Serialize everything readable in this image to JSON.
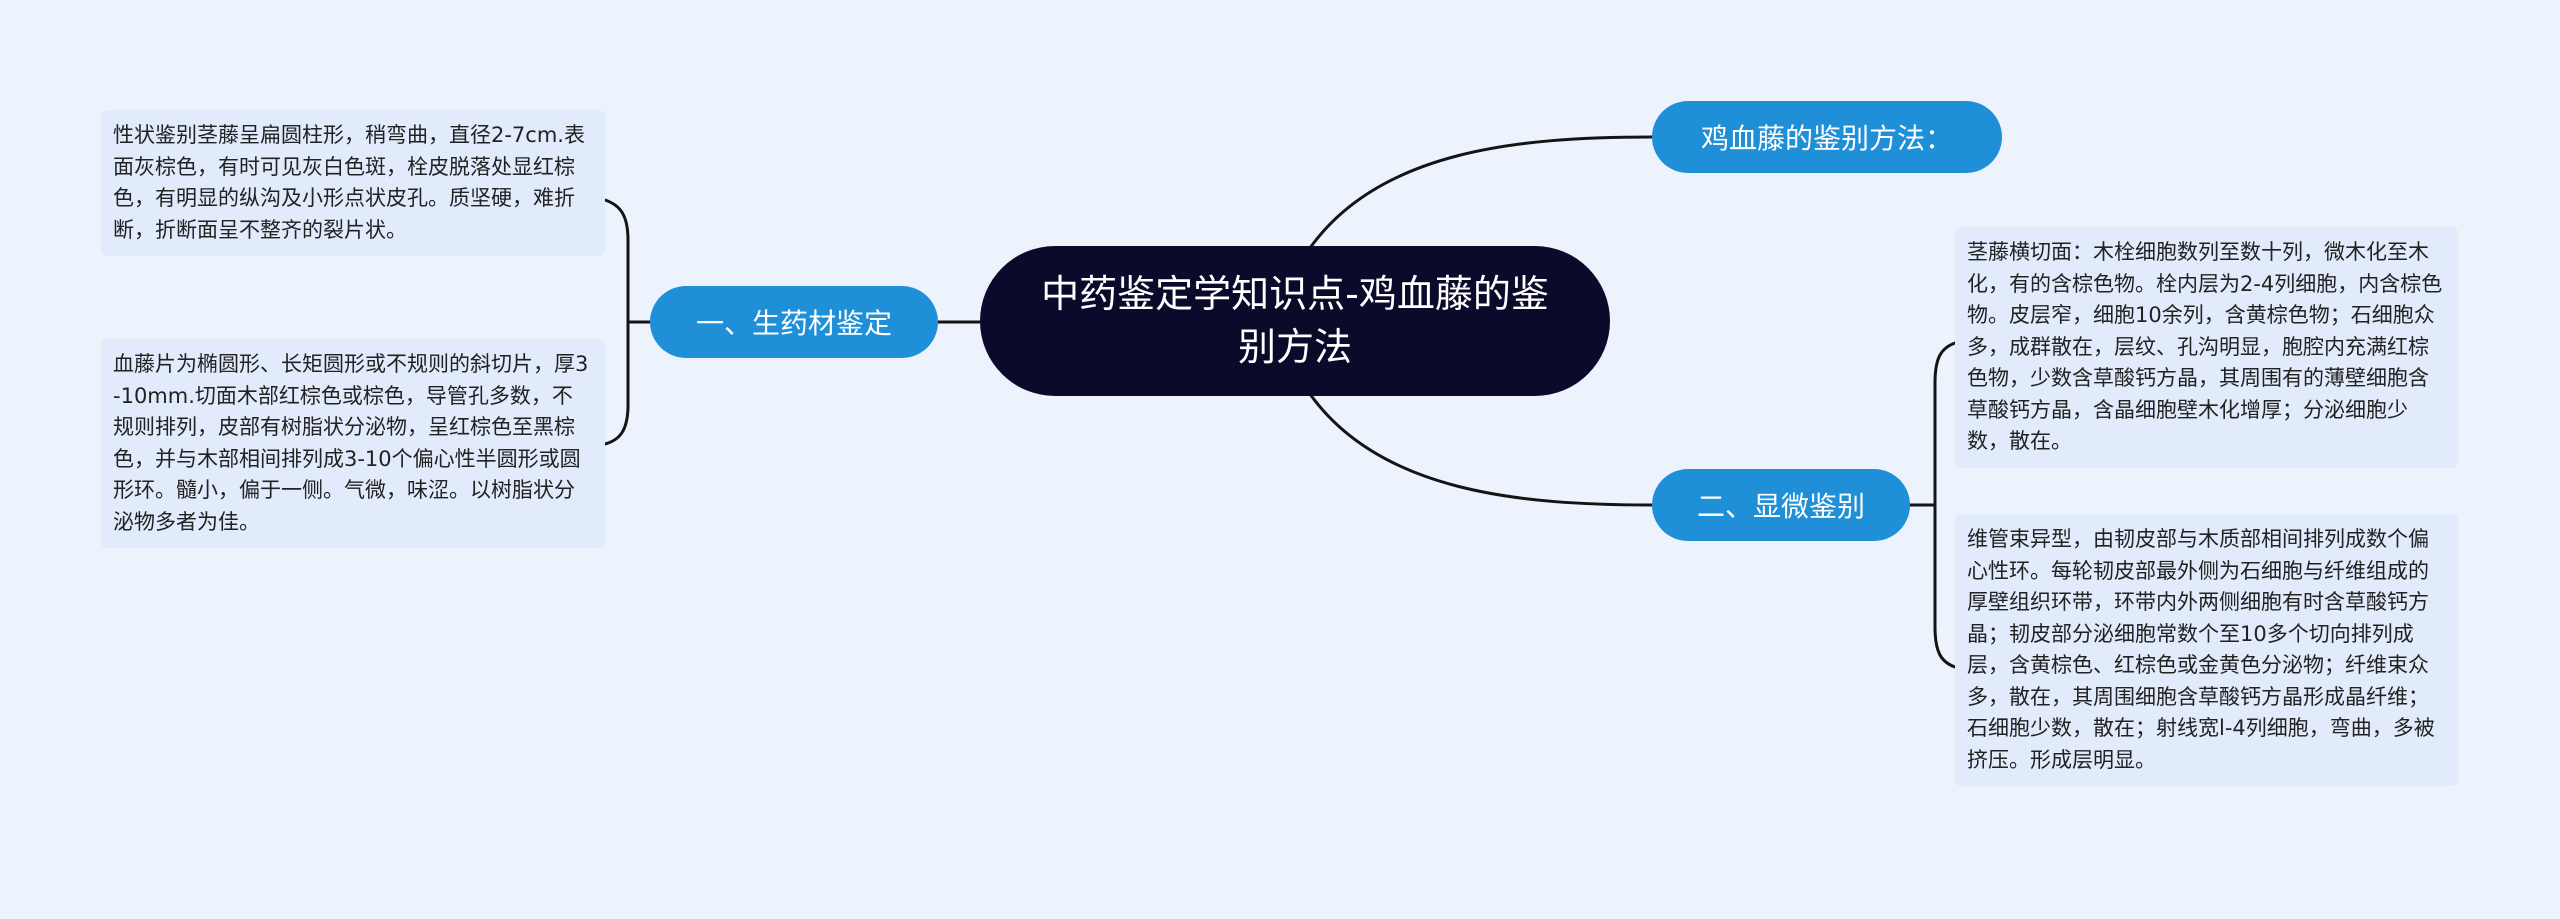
{
  "root": {
    "title": "中药鉴定学知识点-鸡血藤的鉴别方法"
  },
  "branches": [
    {
      "label": "鸡血藤的鉴别方法：",
      "children": []
    },
    {
      "label": "一、生药材鉴定",
      "children": [
        "性状鉴别茎藤呈扁圆柱形，稍弯曲，直径2-7cm.表面灰棕色，有时可见灰白色斑，栓皮脱落处显红棕色，有明显的纵沟及小形点状皮孔。质坚硬，难折断，折断面呈不整齐的裂片状。",
        "血藤片为椭圆形、长矩圆形或不规则的斜切片，厚3-10mm.切面木部红棕色或棕色，导管孔多数，不规则排列，皮部有树脂状分泌物，呈红棕色至黑棕色，并与木部相间排列成3-10个偏心性半圆形或圆形环。髓小，偏于一侧。气微，味涩。以树脂状分泌物多者为佳。"
      ]
    },
    {
      "label": "二、显微鉴别",
      "children": [
        "茎藤横切面：木栓细胞数列至数十列，微木化至木化，有的含棕色物。栓内层为2-4列细胞，内含棕色物。皮层窄，细胞10余列，含黄棕色物；石细胞众多，成群散在，层纹、孔沟明显，胞腔内充满红棕色物，少数含草酸钙方晶，其周围有的薄壁细胞含草酸钙方晶，含晶细胞壁木化增厚；分泌细胞少数，散在。",
        "维管束异型，由韧皮部与木质部相间排列成数个偏心性环。每轮韧皮部最外侧为石细胞与纤维组成的厚壁组织环带，环带内外两侧细胞有时含草酸钙方晶；韧皮部分泌细胞常数个至10多个切向排列成层，含黄棕色、红棕色或金黄色分泌物；纤维束众多，散在，其周围细胞含草酸钙方晶形成晶纤维；石细胞少数，散在；射线宽l-4列细胞，弯曲，多被挤压。形成层明显。"
      ]
    }
  ],
  "colors": {
    "background": "#edf3fd",
    "root_fill": "#0b0a2b",
    "branch_fill": "#1f90d8",
    "leaf_fill": "#e1ebfb",
    "connector": "#141414"
  }
}
